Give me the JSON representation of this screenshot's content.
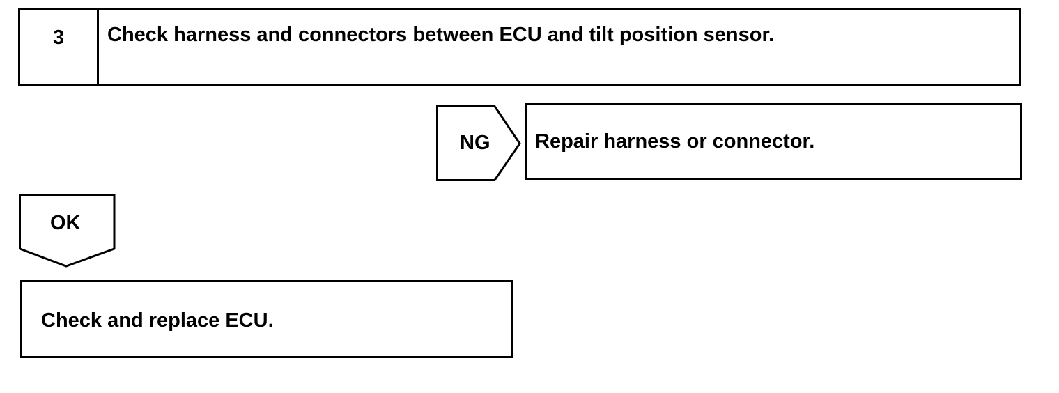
{
  "step": {
    "number": "3",
    "title": "Check harness and connectors between ECU and tilt position sensor."
  },
  "ng_branch": {
    "label": "NG",
    "action": "Repair harness or connector."
  },
  "ok_branch": {
    "label": "OK",
    "action": "Check and replace ECU."
  }
}
